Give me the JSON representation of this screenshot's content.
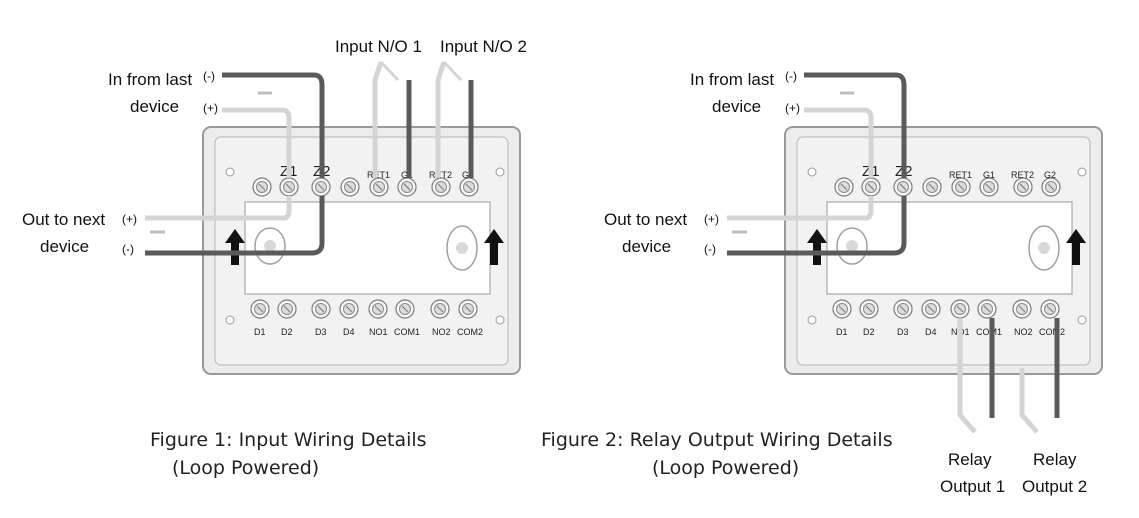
{
  "figure1": {
    "caption_line1": "Figure 1: Input Wiring Details",
    "caption_line2": "(Loop Powered)",
    "in_from_last": "In from last",
    "in_device": "device",
    "out_to_next": "Out to next",
    "out_device": "device",
    "neg": "(-)",
    "pos": "(+)",
    "input_no1": "Input N/O 1",
    "input_no2": "Input N/O 2",
    "top_terminals": [
      "Z1",
      "Z2",
      "RET1",
      "G1",
      "RET2",
      "G2"
    ],
    "bottom_terminals": [
      "D1",
      "D2",
      "D3",
      "D4",
      "NO1",
      "COM1",
      "NO2",
      "COM2"
    ]
  },
  "figure2": {
    "caption_line1": "Figure 2: Relay Output Wiring Details",
    "caption_line2": "(Loop Powered)",
    "in_from_last": "In from last",
    "in_device": "device",
    "out_to_next": "Out to next",
    "out_device": "device",
    "neg": "(-)",
    "pos": "(+)",
    "relay1_line1": "Relay",
    "relay1_line2": "Output 1",
    "relay2_line1": "Relay",
    "relay2_line2": "Output 2",
    "top_terminals": [
      "Z1",
      "Z2",
      "RET1",
      "G1",
      "RET2",
      "G2"
    ],
    "bottom_terminals": [
      "D1",
      "D2",
      "D3",
      "D4",
      "NO1",
      "COM1",
      "NO2",
      "COM2"
    ]
  },
  "colors": {
    "wire_dark": "#5a5a5a",
    "wire_light": "#d2d2d2",
    "board": "#ededed",
    "board_border": "#9a9a9a"
  }
}
